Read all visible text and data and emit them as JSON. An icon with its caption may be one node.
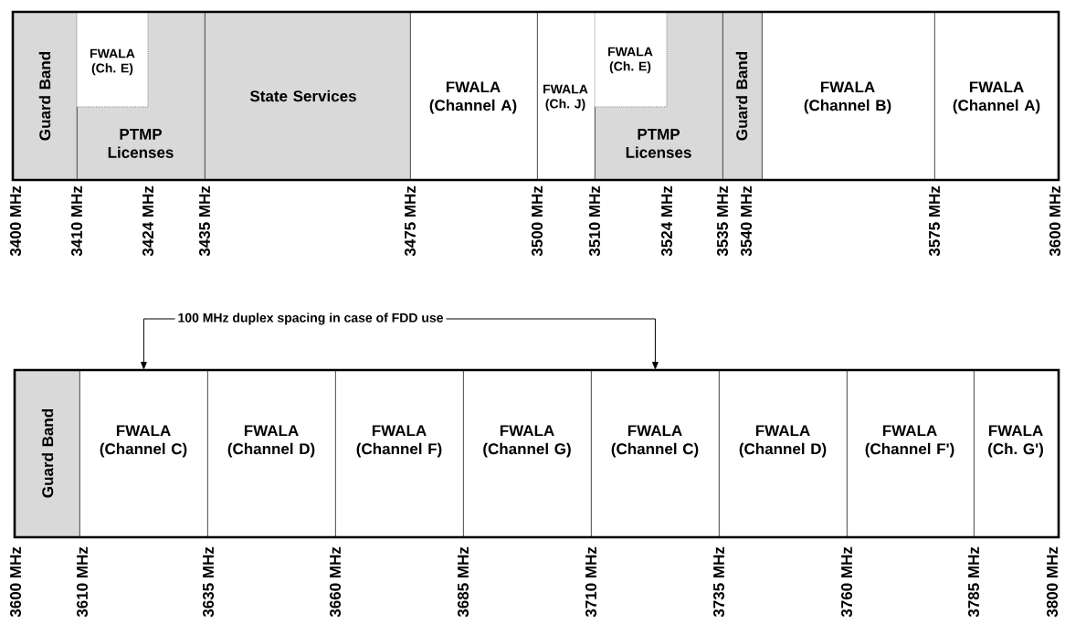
{
  "diagram": {
    "nodes": [
      {
        "text": [
          "Guard Band"
        ]
      },
      {
        "text": [
          "PTMP Licenses"
        ]
      },
      {
        "text": [
          "FWALA (Ch. E)"
        ],
        "in": 1
      },
      {
        "text": [
          "State Services"
        ]
      },
      {
        "text": [
          "FWALA (Channel A)"
        ]
      },
      {
        "text": [
          "FWALA (Ch. J)"
        ]
      },
      {
        "text": [
          "PTMP Licenses"
        ]
      },
      {
        "text": [
          "FWALA (Ch. E)"
        ],
        "in": 6
      },
      {
        "text": [
          "Guard Band"
        ]
      },
      {
        "text": [
          "FWALA (Channel B)"
        ]
      },
      {
        "text": [
          "FWALA (Channel A)"
        ]
      },
      {
        "text": [
          "Guard Band"
        ]
      },
      {
        "text": [
          "FWALA (Channel C)"
        ]
      },
      {
        "text": [
          "FWALA (Channel D)"
        ]
      },
      {
        "text": [
          "FWALA (Channel F)"
        ]
      },
      {
        "text": [
          "FWALA (Channel G)"
        ]
      },
      {
        "text": [
          "FWALA (Channel C)"
        ]
      },
      {
        "text": [
          "FWALA (Channel D)"
        ]
      },
      {
        "text": [
          "FWALA (Channel F')"
        ]
      },
      {
        "text": [
          "FWALA (Ch. G')"
        ]
      }
    ],
    "edges": [
      {
        "from": 12,
        "to": 16,
        "arrow": "both",
        "label": "100 MHz duplex spacing in case of FDD use"
      }
    ],
    "labels": [
      "3400 MHz",
      "3410 MHz",
      "3424 MHz",
      "3435 MHz",
      "3475 MHz",
      "3500 MHz",
      "3510 MHz",
      "3524 MHz",
      "3535 MHz",
      "3540 MHz",
      "3575 MHz",
      "3600 MHz",
      "3600 MHz",
      "3610 MHz",
      "3635 MHz",
      "3660 MHz",
      "3685 MHz",
      "3710 MHz",
      "3735 MHz",
      "3760 MHz",
      "3785 MHz",
      "3800 MHz"
    ]
  }
}
